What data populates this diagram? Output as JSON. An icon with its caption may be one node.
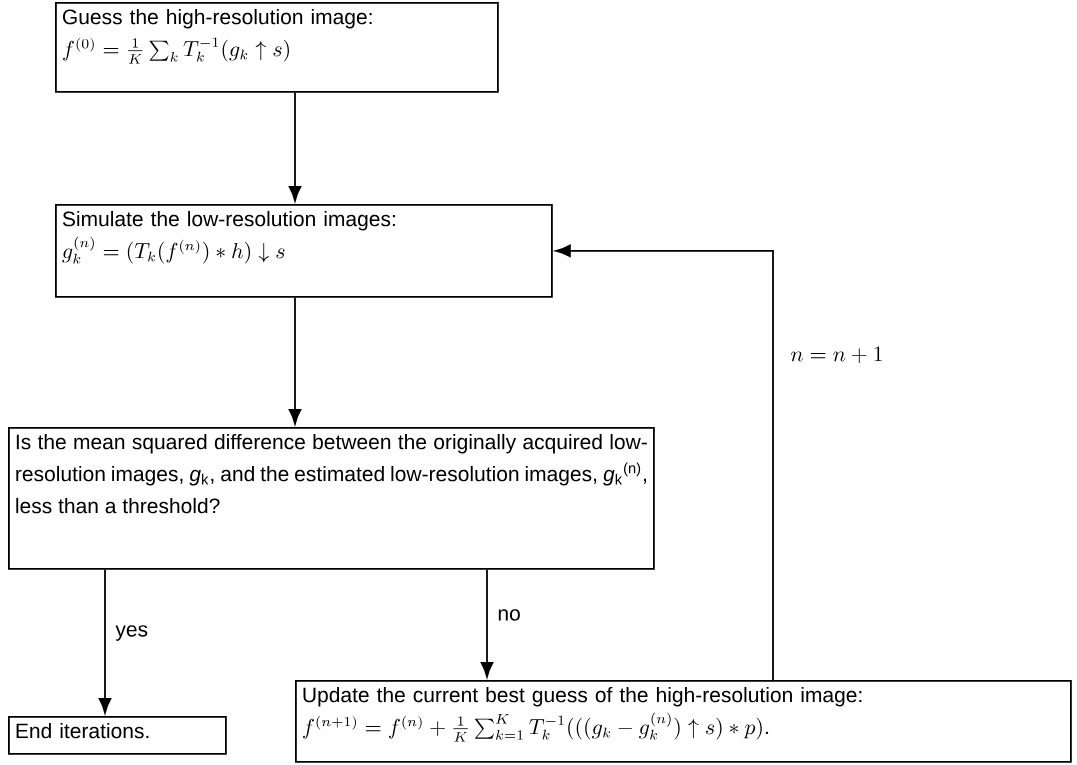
{
  "diagram": {
    "nodes": [
      {
        "text": [
          "Guess the high-resolution image:",
          "f^{(0)} = \\frac{1}{K}\\sum_k T_k^{-1}(g_k \\uparrow s)"
        ]
      },
      {
        "text": [
          "Simulate the low-resolution images:",
          "g_k^{(n)} = (T_k(f^{(n)}) * h) \\downarrow s"
        ]
      },
      {
        "text": [
          "Is the mean squared difference between the originally acquired low-resolution images, *g*$_{k}$, and the estimated low-resolution images, *g*$_{k}$$^{(n)}$, less than a threshold?"
        ]
      },
      {
        "text": [
          "End iterations."
        ]
      },
      {
        "text": [
          "Update the current best guess of the high-resolution image:",
          "f^{(n+1)} = f^{(n)} + \\frac{1}{K}\\sum_{k=1}^{K} T_k^{-1}(((g_k - g_k^{(n)}) \\uparrow s) * p)."
        ]
      }
    ],
    "edges": [
      {
        "from": 0,
        "to": 1,
        "arrow": "to"
      },
      {
        "from": 1,
        "to": 2,
        "arrow": "to"
      },
      {
        "from": 2,
        "to": 3,
        "arrow": "to",
        "label": "yes"
      },
      {
        "from": 2,
        "to": 4,
        "arrow": "to",
        "label": "no"
      },
      {
        "from": 4,
        "to": 1,
        "arrow": "to",
        "label": "n = n + 1"
      }
    ]
  }
}
